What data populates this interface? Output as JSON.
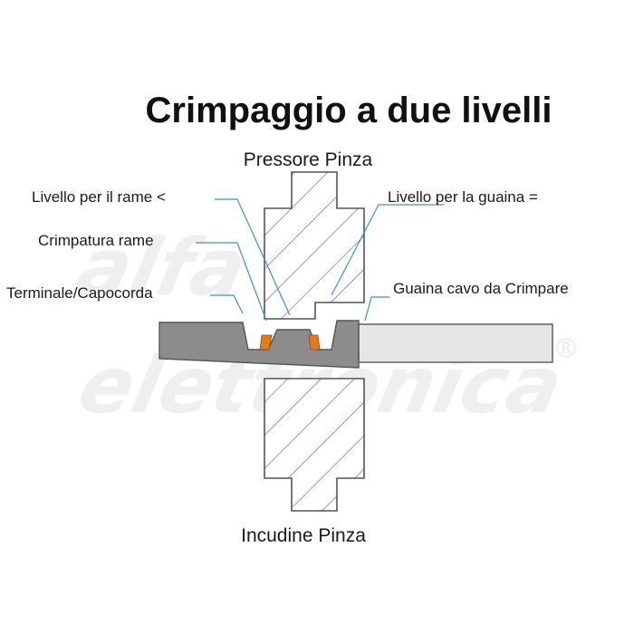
{
  "title": "Crimpaggio a due livelli",
  "labels": {
    "top_die": "Pressore Pinza",
    "bottom_die": "Incudine Pinza",
    "copper_level": "Livello per il rame <",
    "sheath_level": "Livello per la guaina =",
    "copper_crimp": "Crimpatura rame",
    "terminal": "Terminale/Capocorda",
    "cable_sheath": "Guaina cavo da Crimpare"
  },
  "watermark": {
    "line1": "alfa",
    "line2": "elettronica",
    "mark": "®"
  },
  "colors": {
    "die_outline": "#555555",
    "hatch": "#666666",
    "terminal_fill": "#8c8c8c",
    "cable_fill": "#e6e6e6",
    "copper": "#e07a1f",
    "leader_line": "#3d8fd6",
    "watermark": "#eeeeee"
  }
}
